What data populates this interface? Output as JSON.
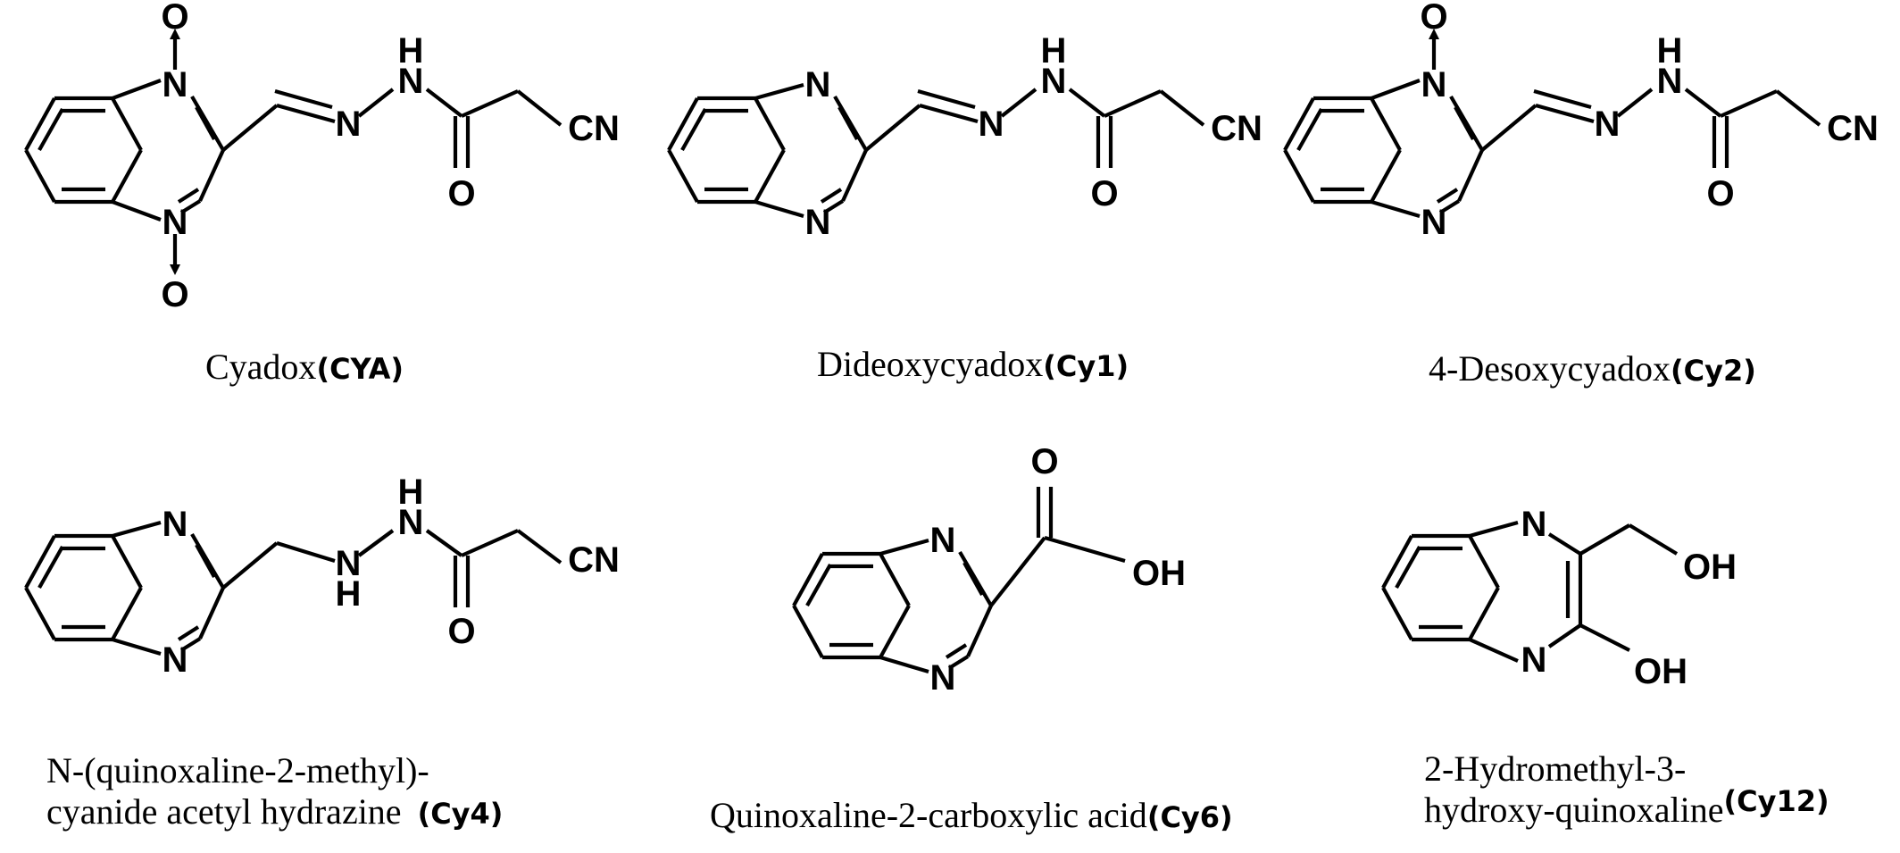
{
  "compounds": [
    {
      "name": "Cyadox",
      "code": "(CYA)"
    },
    {
      "name": "Dideoxycyadox",
      "code": "(Cy1)"
    },
    {
      "name": "4-Desoxycyadox",
      "code": "(Cy2)"
    },
    {
      "name_line1": "N-(quinoxaline-2-methyl)-",
      "name_line2": "cyanide acetyl hydrazine",
      "code": "(Cy4)"
    },
    {
      "name": "Quinoxaline-2-carboxylic acid",
      "code": "(Cy6)"
    },
    {
      "name_line1": "2-Hydromethyl-3-",
      "name_line2": "hydroxy-quinoxaline",
      "code": "(Cy12)"
    }
  ],
  "atoms": {
    "N": "N",
    "O": "O",
    "H": "H",
    "CN": "CN",
    "OH": "OH"
  }
}
